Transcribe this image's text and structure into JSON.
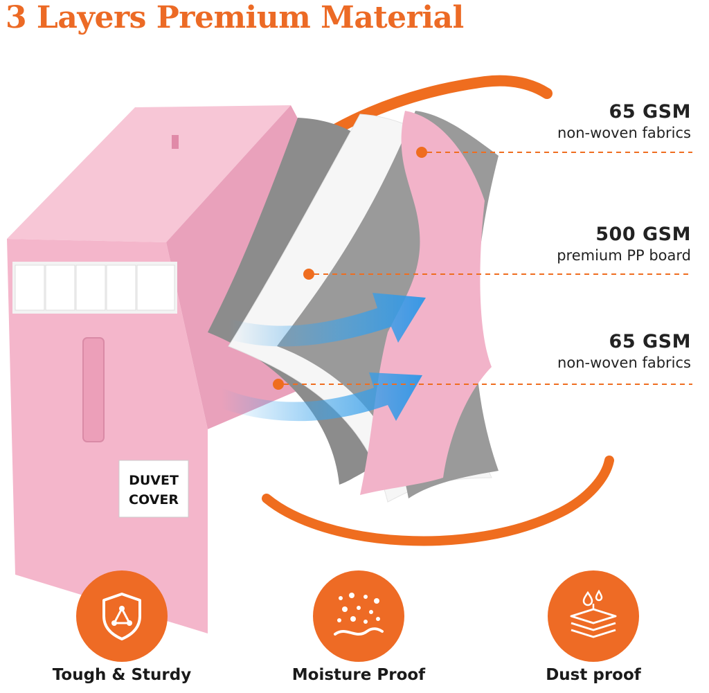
{
  "title": "3 Layers Premium Material",
  "box_label": {
    "line1": "DUVET",
    "line2": "COVER"
  },
  "layers": [
    {
      "gsm": "65 GSM",
      "material": "non-woven fabrics"
    },
    {
      "gsm": "500 GSM",
      "material": "premium PP board"
    },
    {
      "gsm": "65 GSM",
      "material": "non-woven fabrics"
    }
  ],
  "features": [
    {
      "label": "Tough & Sturdy",
      "icon": "shield-icon"
    },
    {
      "label": "Moisture Proof",
      "icon": "moisture-dots-icon"
    },
    {
      "label": "Dust proof",
      "icon": "stacked-layers-water-icon"
    }
  ],
  "colors": {
    "accent": "#ee6b25",
    "pink": "#f2b3c9",
    "gray": "#8a8a8a",
    "arrow": "#3aa3ec"
  }
}
